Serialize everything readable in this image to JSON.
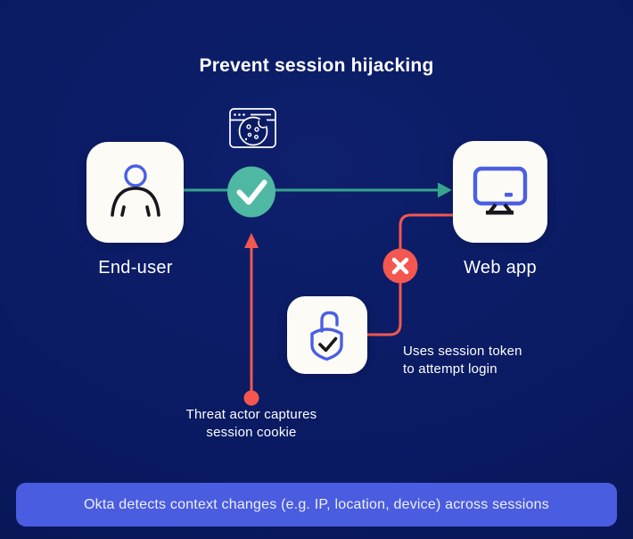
{
  "diagram": {
    "title": "Prevent session hijacking",
    "nodes": {
      "end_user": {
        "label": "End-user",
        "icon": "person-icon"
      },
      "web_app": {
        "label": "Web app",
        "icon": "monitor-icon"
      },
      "session_lock": {
        "icon": "padlock-check-icon"
      },
      "browser_cookie": {
        "icon": "browser-cookie-icon"
      },
      "allowed": {
        "icon": "check-icon"
      },
      "blocked": {
        "icon": "x-icon"
      }
    },
    "annotations": {
      "threat": {
        "line1": "Threat actor captures",
        "line2": "session cookie"
      },
      "token": {
        "line1": "Uses session token",
        "line2": "to attempt login"
      }
    },
    "banner": {
      "text": "Okta detects context changes (e.g. IP, location, device) across sessions"
    },
    "colors": {
      "background": "#0A1A62",
      "bg_light": "#0E1F6C",
      "bg_dark": "#071349",
      "card": "#FCFBF6",
      "accent_blue": "#4A5FE3",
      "success_teal": "#4FB8A2",
      "line_teal": "#37A58E",
      "danger_coral": "#F4574F",
      "banner_blue": "#4A5CDF",
      "banner_text": "#EDEFFC",
      "text": "#FFFFFF"
    }
  }
}
